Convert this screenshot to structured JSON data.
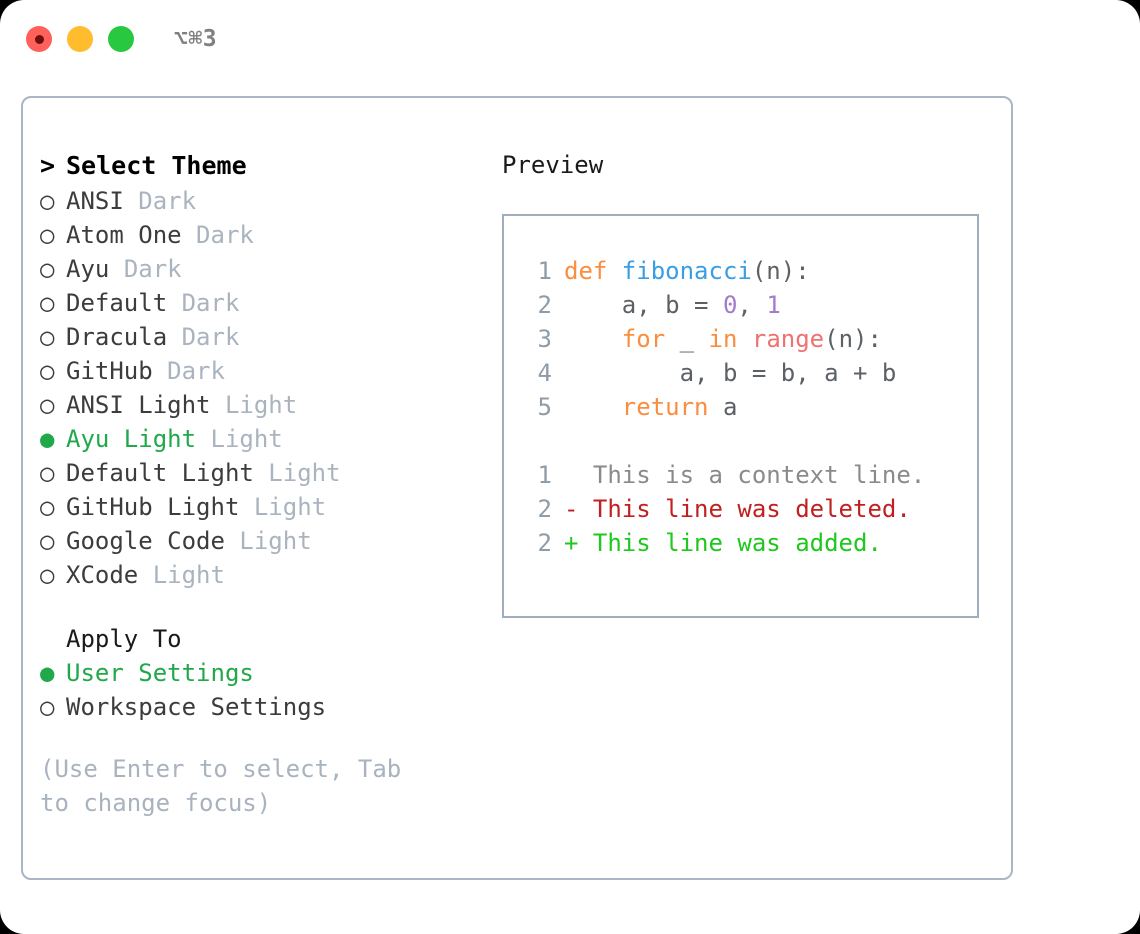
{
  "titlebar": {
    "shortcut": "⌥⌘3",
    "buttons": [
      {
        "name": "close",
        "color": "#ff6059"
      },
      {
        "name": "minimize",
        "color": "#ffbd2e"
      },
      {
        "name": "maximize",
        "color": "#28c840"
      }
    ]
  },
  "left": {
    "header": {
      "marker": ">",
      "label": "Select Theme"
    },
    "themes": [
      {
        "marker": "○",
        "name": "ANSI",
        "variant": "Dark",
        "selected": false
      },
      {
        "marker": "○",
        "name": "Atom One",
        "variant": "Dark",
        "selected": false
      },
      {
        "marker": "○",
        "name": "Ayu",
        "variant": "Dark",
        "selected": false
      },
      {
        "marker": "○",
        "name": "Default",
        "variant": "Dark",
        "selected": false
      },
      {
        "marker": "○",
        "name": "Dracula",
        "variant": "Dark",
        "selected": false
      },
      {
        "marker": "○",
        "name": "GitHub",
        "variant": "Dark",
        "selected": false
      },
      {
        "marker": "○",
        "name": "ANSI Light",
        "variant": "Light",
        "selected": false
      },
      {
        "marker": "●",
        "name": "Ayu Light",
        "variant": "Light",
        "selected": true
      },
      {
        "marker": "○",
        "name": "Default Light",
        "variant": "Light",
        "selected": false
      },
      {
        "marker": "○",
        "name": "GitHub Light",
        "variant": "Light",
        "selected": false
      },
      {
        "marker": "○",
        "name": "Google Code",
        "variant": "Light",
        "selected": false
      },
      {
        "marker": "○",
        "name": "XCode",
        "variant": "Light",
        "selected": false
      }
    ],
    "apply_to": {
      "header": "Apply To",
      "options": [
        {
          "marker": "●",
          "name": "User Settings",
          "selected": true
        },
        {
          "marker": "○",
          "name": "Workspace Settings",
          "selected": false
        }
      ]
    },
    "hint": "(Use Enter to select, Tab to change focus)"
  },
  "right": {
    "title": "Preview",
    "code_lines": [
      {
        "lineno": "1",
        "tokens": [
          {
            "text": "def ",
            "type": "kw"
          },
          {
            "text": "fibonacci",
            "type": "fn"
          },
          {
            "text": "(n):",
            "type": "plain"
          }
        ]
      },
      {
        "lineno": "2",
        "tokens": [
          {
            "text": "    a, b = ",
            "type": "plain"
          },
          {
            "text": "0",
            "type": "num"
          },
          {
            "text": ", ",
            "type": "plain"
          },
          {
            "text": "1",
            "type": "num"
          }
        ]
      },
      {
        "lineno": "3",
        "tokens": [
          {
            "text": "    ",
            "type": "plain"
          },
          {
            "text": "for",
            "type": "kw"
          },
          {
            "text": " _ ",
            "type": "plain"
          },
          {
            "text": "in",
            "type": "kw"
          },
          {
            "text": " ",
            "type": "plain"
          },
          {
            "text": "range",
            "type": "call"
          },
          {
            "text": "(n):",
            "type": "plain"
          }
        ]
      },
      {
        "lineno": "4",
        "tokens": [
          {
            "text": "        a, b = b, a + b",
            "type": "plain"
          }
        ]
      },
      {
        "lineno": "5",
        "tokens": [
          {
            "text": "    ",
            "type": "plain"
          },
          {
            "text": "return",
            "type": "kw"
          },
          {
            "text": " a",
            "type": "plain"
          }
        ]
      }
    ],
    "diff_lines": [
      {
        "lineno": "1",
        "sign": " ",
        "text": "This is a context line.",
        "type": "ctx"
      },
      {
        "lineno": "2",
        "sign": "-",
        "text": "This line was deleted.",
        "type": "del"
      },
      {
        "lineno": "2",
        "sign": "+",
        "text": "This line was added.",
        "type": "add"
      }
    ]
  },
  "colors": {
    "accent_green": "#21a84a",
    "muted": "#aab4bf",
    "border": "#a9b6c4",
    "keyword": "#fa8d3e",
    "function": "#399ee6",
    "number": "#a37acc",
    "builtin": "#f07171",
    "diff_delete": "#c02020",
    "diff_add": "#1ec81e"
  }
}
